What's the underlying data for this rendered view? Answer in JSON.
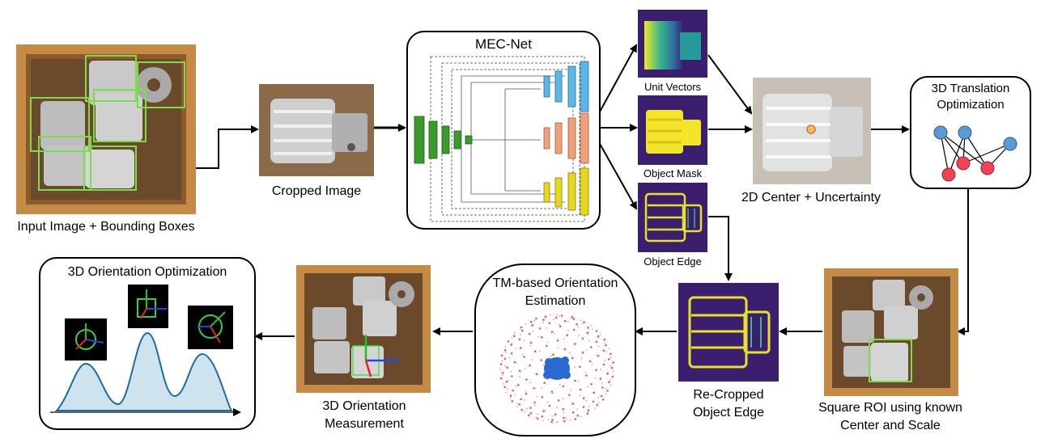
{
  "labels": {
    "input": "Input Image + Bounding Boxes",
    "cropped": "Cropped Image",
    "mecnet": "MEC-Net",
    "unit_vectors": "Unit Vectors",
    "object_mask": "Object Mask",
    "object_edge": "Object Edge",
    "center_uncertainty": "2D Center + Uncertainty",
    "translation_opt_l1": "3D Translation",
    "translation_opt_l2": "Optimization",
    "square_roi_l1": "Square ROI using known",
    "square_roi_l2": "Center and Scale",
    "recropped_l1": "Re-Cropped",
    "recropped_l2": "Object Edge",
    "tm_l1": "TM-based Orientation",
    "tm_l2": "Estimation",
    "orientation_meas_l1": "3D Orientation",
    "orientation_meas_l2": "Measurement",
    "orientation_opt": "3D Orientation Optimization"
  },
  "colors": {
    "bbox_green": "#7ddc4a",
    "encoder_green": "#3a9a2a",
    "decoder_blue": "#5ab8e6",
    "decoder_orange": "#f0a07a",
    "decoder_yellow": "#e6d81a",
    "node_blue": "#5b9bd5",
    "node_red": "#ee4455",
    "wood": "#b07a3a",
    "metal": "#b8b8b8",
    "viridis_dark": "#3b1f6e",
    "curve_fill": "#cfe3ef"
  },
  "icons": [
    "gear-icon",
    "axis-icon",
    "sphere-icon"
  ]
}
